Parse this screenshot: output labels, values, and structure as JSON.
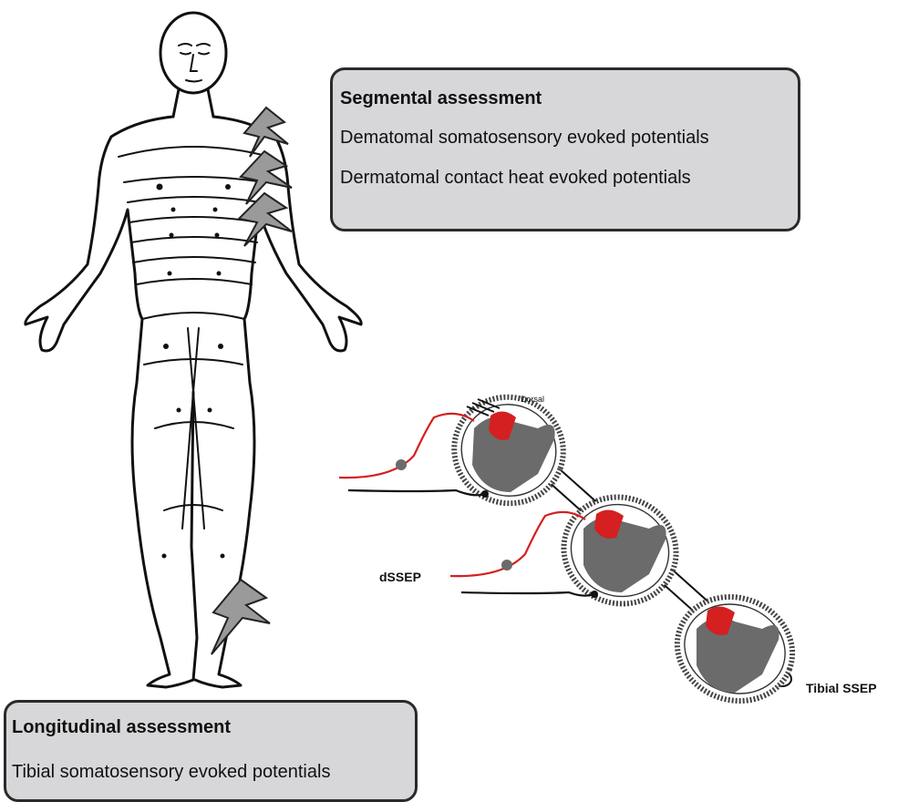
{
  "segmental": {
    "title": "Segmental assessment",
    "line1": "Dematomal somatosensory evoked potentials",
    "line2": "Dermatomal contact heat evoked potentials"
  },
  "longitudinal": {
    "title": "Longitudinal assessment",
    "line1": "Tibial somatosensory evoked potentials"
  },
  "labels": {
    "dssep": "dSSEP",
    "tibial": "Tibial SSEP",
    "dorsal": "Dorsal"
  },
  "colors": {
    "box_fill": "#d7d7d9",
    "electrode_red": "#d42020",
    "bolt_grey": "#9a9a9a"
  },
  "icons": [
    "human-body-dermatome-map",
    "lightning-bolt-icon",
    "spinal-cord-segment",
    "electrode-wire"
  ]
}
